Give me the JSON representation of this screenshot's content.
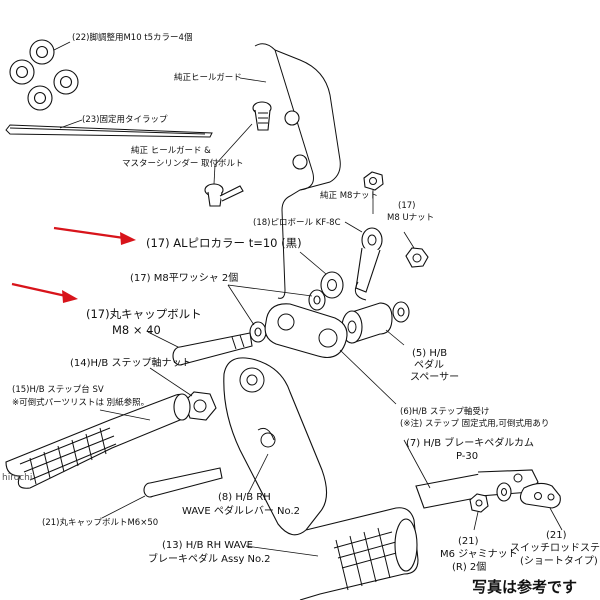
{
  "labels": {
    "collar": "(22)脚調整用M10 t5カラー4個",
    "heel_guard": "純正ヒールガード",
    "tie_wrap": "(23)固定用タイラップ",
    "bolt_note_1": "純正 ヒールガード &",
    "bolt_note_2": "マスターシリンダー 取付ボルト",
    "stock_nut": "純正 M8ナット",
    "u_nut_1": "(17)",
    "u_nut_2": "M8 Uナット",
    "pillow_ball": "(18)ピロボール KF-8C",
    "al_collar": "(17) ALピロカラー t=10 (黒)",
    "washer": "(17) M8平ワッシャ 2個",
    "cap_bolt_1": "(17)丸キャップボルト",
    "cap_bolt_2": "M8 × 40",
    "step_nut": "(14)H/B ステップ軸ナット",
    "step_base_1": "(15)H/B ステップ台 SV",
    "step_base_2": "※可倒式パーツリストは 別紙参照。",
    "spacer_1": "(5) H/B",
    "spacer_2": "ペダル",
    "spacer_3": "スペーサー",
    "receiver_1": "(6)H/B ステップ軸受け",
    "receiver_2": "(※注) ステップ 固定式用,可倒式用あり",
    "cam_1": "(7) H/B ブレーキペダルカム",
    "cam_2": "P-30",
    "lever_1": "(8) H/B RH",
    "lever_2": "WAVE ペダルレバー No.2",
    "cap_bolt_small": "(21)丸キャップボルトM6×50",
    "pedal_1": "(13) H/B RH WAVE",
    "pedal_2": "ブレーキペダル Assy No.2",
    "jam_nut_1": "(21)",
    "jam_nut_2": "M6 ジャミナット",
    "jam_nut_3": "(R) 2個",
    "rod_stay_1": "(21)",
    "rod_stay_2": "スイッチロッドステー",
    "rod_stay_3": "(ショートタイプ)",
    "footnote": "写真は参考です",
    "watermark": "hirochi"
  },
  "colors": {
    "arrow": "#d8141b",
    "line": "#111111",
    "background": "#ffffff"
  }
}
